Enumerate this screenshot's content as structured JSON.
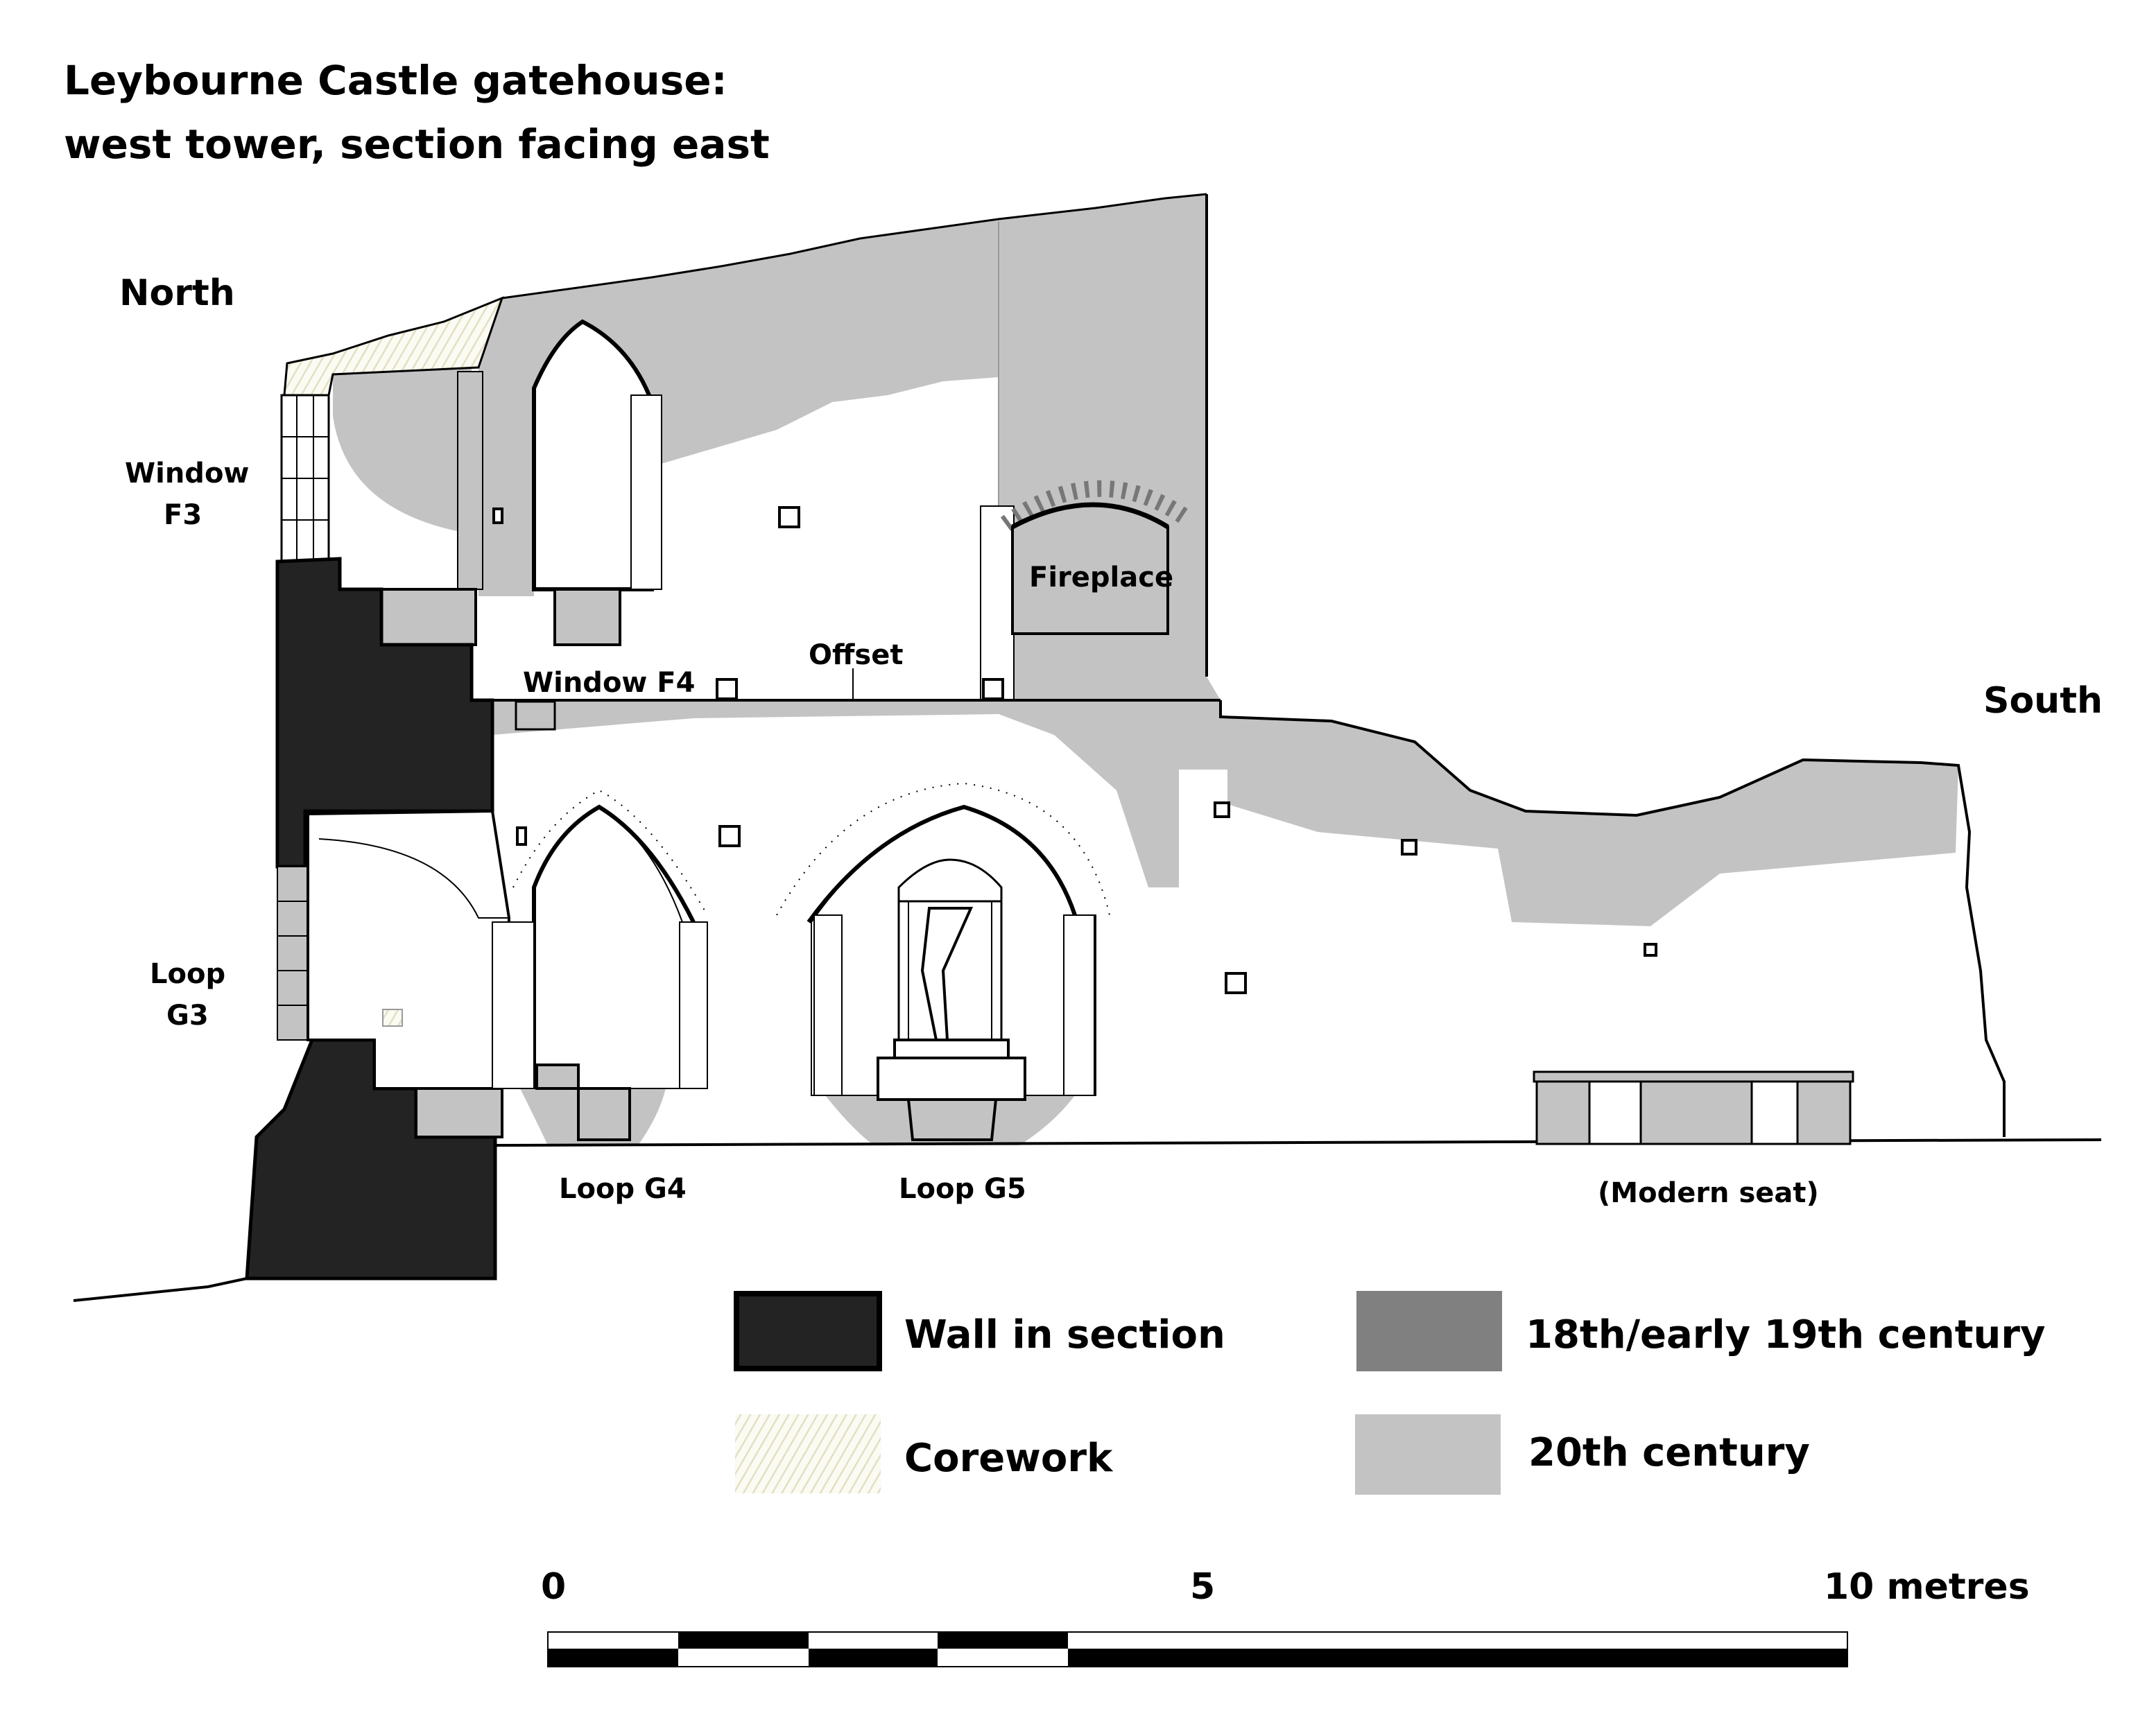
{
  "title": {
    "line1": "Leybourne Castle gatehouse:",
    "line2": "west tower, section facing east"
  },
  "orientation": {
    "north": "North",
    "south": "South"
  },
  "labels": {
    "window_f3_a": "Window",
    "window_f3_b": "F3",
    "window_f4": "Window F4",
    "offset": "Offset",
    "fireplace": "Fireplace",
    "loop_g3_a": "Loop",
    "loop_g3_b": "G3",
    "loop_g4": "Loop G4",
    "loop_g5": "Loop G5",
    "modern_seat": "(Modern seat)"
  },
  "legend": [
    {
      "label": "Wall in section",
      "color": "#232323"
    },
    {
      "label": "18th/early 19th century",
      "color": "#808080"
    },
    {
      "label": "Corework",
      "color": "#eeeedd"
    },
    {
      "label": "20th century",
      "color": "#c3c3c3"
    }
  ],
  "scale_bar": {
    "start": "0",
    "mid": "5",
    "end": "10 metres"
  },
  "colors": {
    "wall": "#232323",
    "c18": "#808080",
    "c20": "#c3c3c3",
    "corework": "#e6e4c8"
  }
}
